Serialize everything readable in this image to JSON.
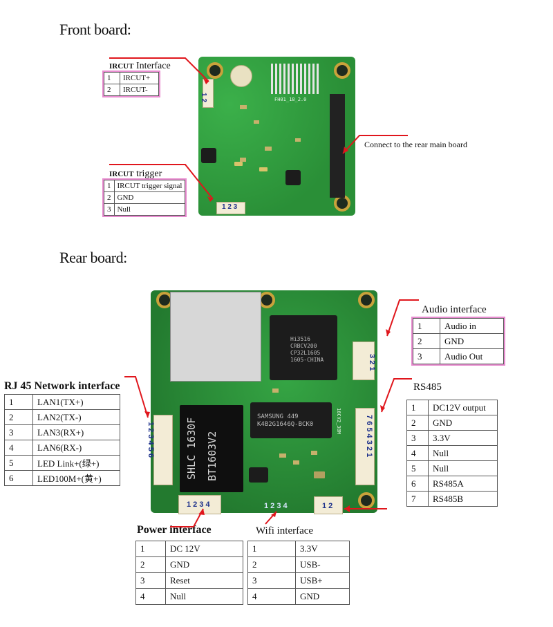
{
  "front_heading": "Front board:",
  "rear_heading": "Rear board:",
  "ircut_interface": {
    "title_bold": "IRCUT",
    "title_rest": " Interface",
    "rows": [
      [
        "1",
        "IRCUT+"
      ],
      [
        "2",
        "IRCUT-"
      ]
    ]
  },
  "ircut_trigger": {
    "title_bold": "IRCUT",
    "title_rest": " trigger",
    "rows": [
      [
        "1",
        "IRCUT trigger signal"
      ],
      [
        "2",
        "GND"
      ],
      [
        "3",
        "Null"
      ]
    ]
  },
  "connect_label": "Connect to the rear main board",
  "front_silk": {
    "board_id": "FH01_18_2.0",
    "ircut_pins": "1 2",
    "trigger_pins": "1 2 3"
  },
  "audio": {
    "title": "Audio interface",
    "rows": [
      [
        "1",
        "Audio in"
      ],
      [
        "2",
        "GND"
      ],
      [
        "3",
        "Audio Out"
      ]
    ],
    "pins": "3 2 1"
  },
  "rs485": {
    "title": "RS485",
    "rows": [
      [
        "1",
        "DC12V output"
      ],
      [
        "2",
        "GND"
      ],
      [
        "3",
        "3.3V"
      ],
      [
        "4",
        "Null"
      ],
      [
        "5",
        "Null"
      ],
      [
        "6",
        "RS485A"
      ],
      [
        "7",
        "RS485B"
      ]
    ],
    "pins": "7 6 5 4 3 2 1"
  },
  "rj45": {
    "title": "RJ 45 Network interface",
    "rows": [
      [
        "1",
        "LAN1(TX+)"
      ],
      [
        "2",
        "LAN2(TX-)"
      ],
      [
        "3",
        "LAN3(RX+)"
      ],
      [
        "4",
        "LAN6(RX-)"
      ],
      [
        "5",
        "LED Link+(绿+)"
      ],
      [
        "6",
        "LED100M+(黄+)"
      ]
    ],
    "pins": "1 2 3 4 5 6"
  },
  "power": {
    "title": "Power interface",
    "rows": [
      [
        "1",
        "DC 12V"
      ],
      [
        "2",
        "GND"
      ],
      [
        "3",
        "Reset"
      ],
      [
        "4",
        "Null"
      ]
    ],
    "pins": "1 2 3 4"
  },
  "wifi": {
    "title": "Wifi interface",
    "rows": [
      [
        "1",
        "3.3V"
      ],
      [
        "2",
        "USB-"
      ],
      [
        "3",
        "USB+"
      ],
      [
        "4",
        "GND"
      ]
    ],
    "pins": "1 2 3 4"
  },
  "bottom_right_pins": "1 2",
  "chips": {
    "soc": [
      "Hi3516",
      "CRBCV200",
      "CP32L1605",
      "1605-CHINA"
    ],
    "ram": [
      "SAMSUNG  449",
      "K4B2G1646Q-BCK0"
    ],
    "rj_top": "SHLC 1630F",
    "rj_bot": "BT1603V2",
    "side_silk": "16CV2_38M"
  },
  "colors": {
    "line_red": "#e0161c",
    "table_outline": "#e88bd0",
    "pcb_green": "#2b8b38",
    "pin_blue": "#1b2f8a"
  }
}
